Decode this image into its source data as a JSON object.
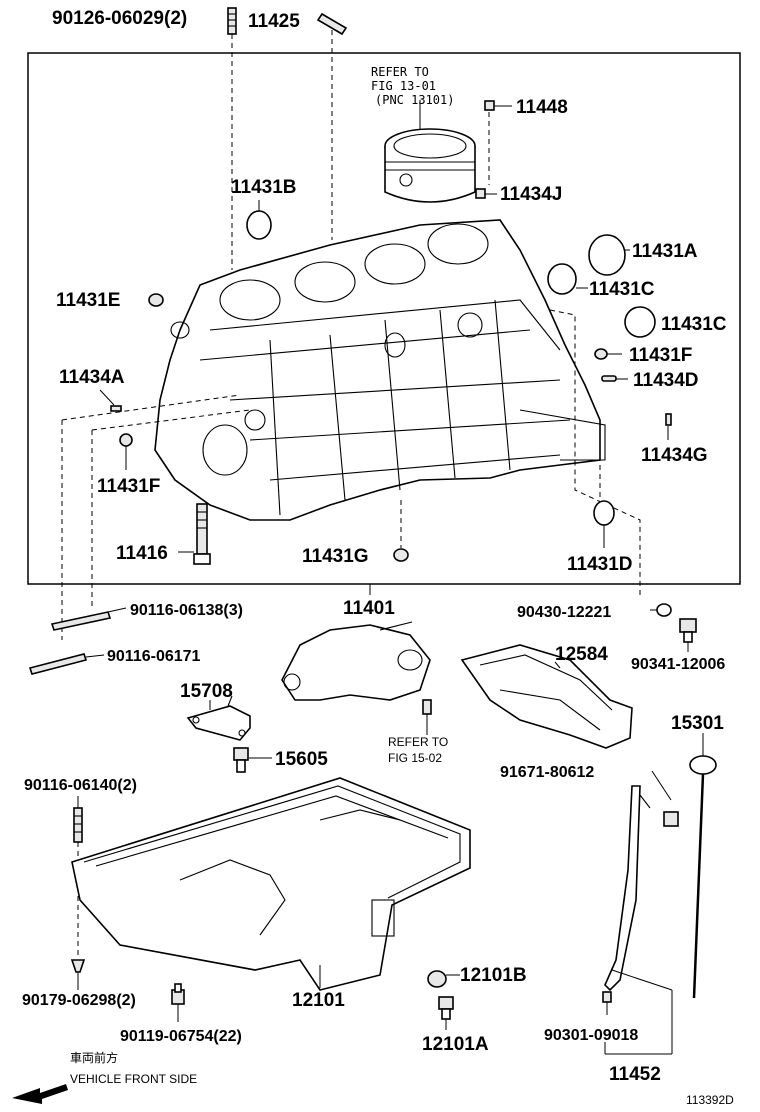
{
  "labels": {
    "p90126": "90126-06029(2)",
    "p11425": "11425",
    "refer1301_a": "REFER TO",
    "refer1301_b": "FIG 13-01",
    "refer1301_c": "(PNC 13101)",
    "p11448": "11448",
    "p11431B": "11431B",
    "p11434J": "11434J",
    "p11431A": "11431A",
    "p11431E": "11431E",
    "p11431C_1": "11431C",
    "p11431C_2": "11431C",
    "p11431F_1": "11431F",
    "p11434A": "11434A",
    "p11434D": "11434D",
    "p11434G": "11434G",
    "p11431F_2": "11431F",
    "p11416": "11416",
    "p11431G": "11431G",
    "p11431D": "11431D",
    "p90116_06138": "90116-06138(3)",
    "p11401": "11401",
    "p90430": "90430-12221",
    "p90116_06171": "90116-06171",
    "p12584": "12584",
    "p90341": "90341-12006",
    "p15708": "15708",
    "p15301": "15301",
    "refer1502_a": "REFER TO",
    "refer1502_b": "FIG 15-02",
    "p15605": "15605",
    "p90116_06140": "90116-06140(2)",
    "p91671": "91671-80612",
    "p12101B": "12101B",
    "p90179": "90179-06298(2)",
    "p12101": "12101",
    "p90119": "90119-06754(22)",
    "p12101A": "12101A",
    "p90301": "90301-09018",
    "p11452": "11452"
  },
  "legend": {
    "japanese": "車両前方",
    "english": "VEHICLE FRONT SIDE"
  },
  "figure_id": "113392D"
}
